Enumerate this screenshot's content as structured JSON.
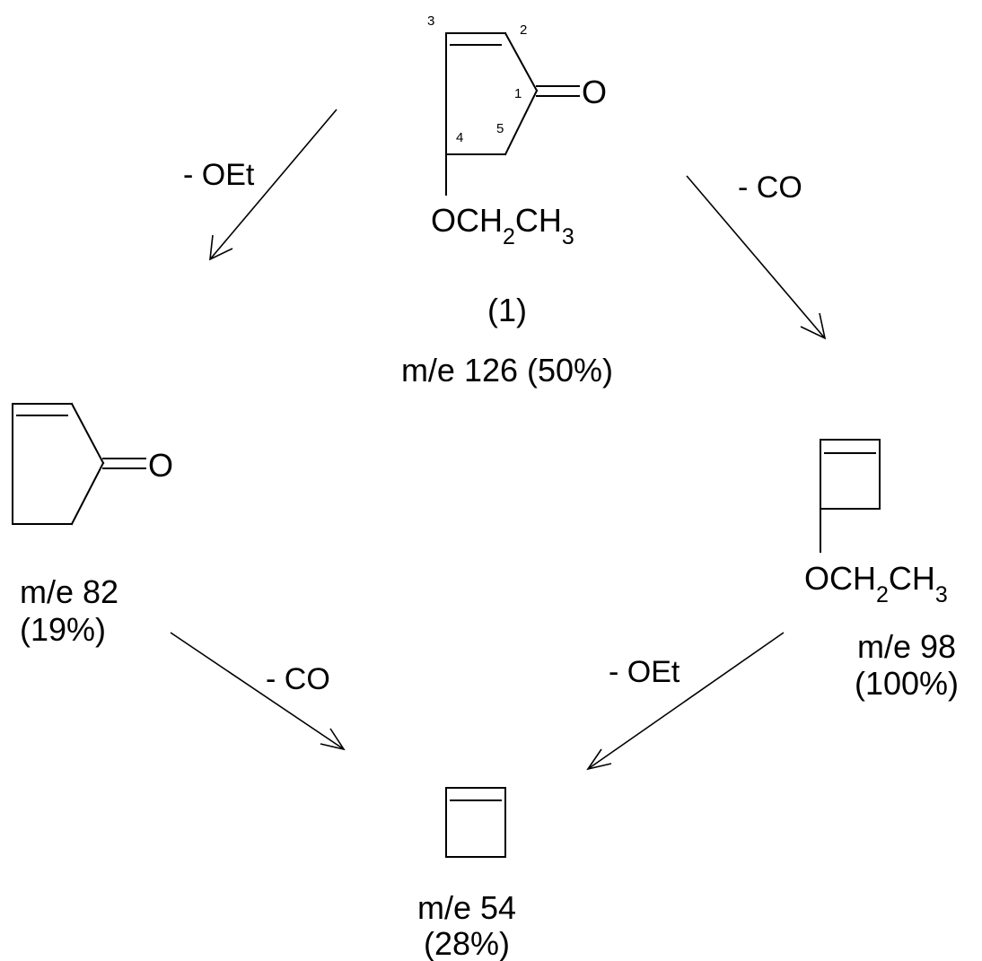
{
  "molecule_1": {
    "atom_o": "O",
    "numbers": [
      "1",
      "2",
      "3",
      "4",
      "5"
    ],
    "subst_a": "OCH",
    "subst_sub1": "2",
    "subst_b": "CH",
    "subst_sub2": "3",
    "label": "(1)",
    "mass": "m/e 126 (50%)"
  },
  "fragment_82": {
    "atom_o": "O",
    "mass_line1": "m/e 82",
    "mass_line2": "(19%)"
  },
  "fragment_98": {
    "subst_a": "OCH",
    "subst_sub1": "2",
    "subst_b": "CH",
    "subst_sub2": "3",
    "mass_line1": "m/e 98",
    "mass_line2": "(100%)"
  },
  "fragment_54": {
    "mass_line1": "m/e 54",
    "mass_line2": "(28%)"
  },
  "arrows": {
    "top_left": "- OEt",
    "top_right": "- CO",
    "bottom_left": "- CO",
    "bottom_right": "- OEt"
  }
}
